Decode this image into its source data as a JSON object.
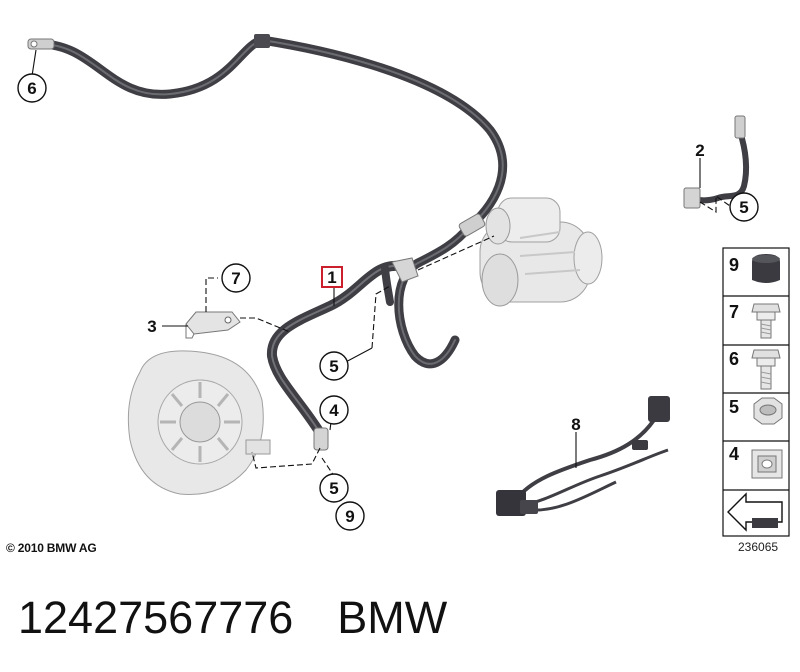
{
  "diagram": {
    "callouts": [
      "1",
      "2",
      "3",
      "4",
      "5",
      "5",
      "5",
      "6",
      "7",
      "8",
      "9"
    ],
    "legend_numbers": [
      "9",
      "7",
      "6",
      "5",
      "4"
    ],
    "copyright": "© 2010 BMW AG",
    "diagram_id": "236065"
  },
  "caption": {
    "part_number": "12427567776",
    "brand": "BMW"
  },
  "colors": {
    "cable": "#3e3e44",
    "highlight": "#cc1f2e",
    "part_fill": "#e9e9e9",
    "part_stroke": "#9a9a9a"
  }
}
